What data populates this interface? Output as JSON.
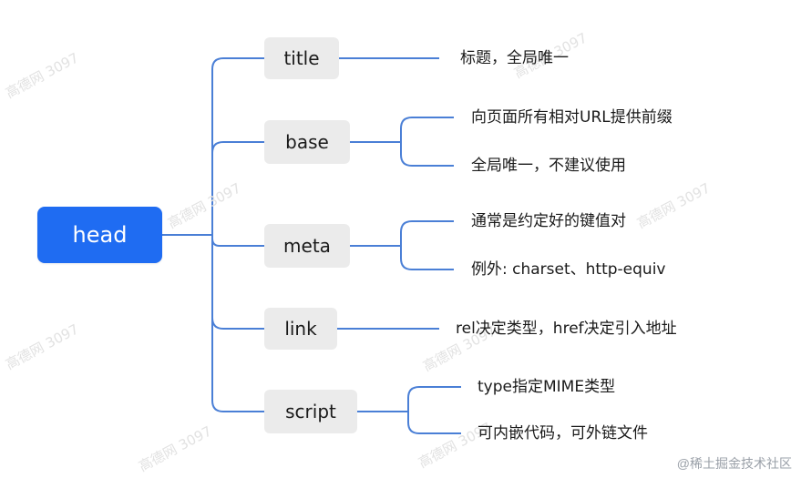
{
  "root": {
    "label": "head"
  },
  "branches": [
    {
      "label": "title",
      "leaves": [
        "标题，全局唯一"
      ]
    },
    {
      "label": "base",
      "leaves": [
        "向页面所有相对URL提供前缀",
        "全局唯一，不建议使用"
      ]
    },
    {
      "label": "meta",
      "leaves": [
        "通常是约定好的键值对",
        "例外: charset、http-equiv"
      ]
    },
    {
      "label": "link",
      "leaves": [
        "rel决定类型，href决定引入地址"
      ]
    },
    {
      "label": "script",
      "leaves": [
        "type指定MIME类型",
        "可内嵌代码，可外链文件"
      ]
    }
  ],
  "watermark": "高德网 3097",
  "credit": "@稀土掘金技术社区",
  "colors": {
    "root_bg": "#1f6cf2",
    "node_bg": "#ebebeb",
    "connector": "#4a7fd6"
  }
}
